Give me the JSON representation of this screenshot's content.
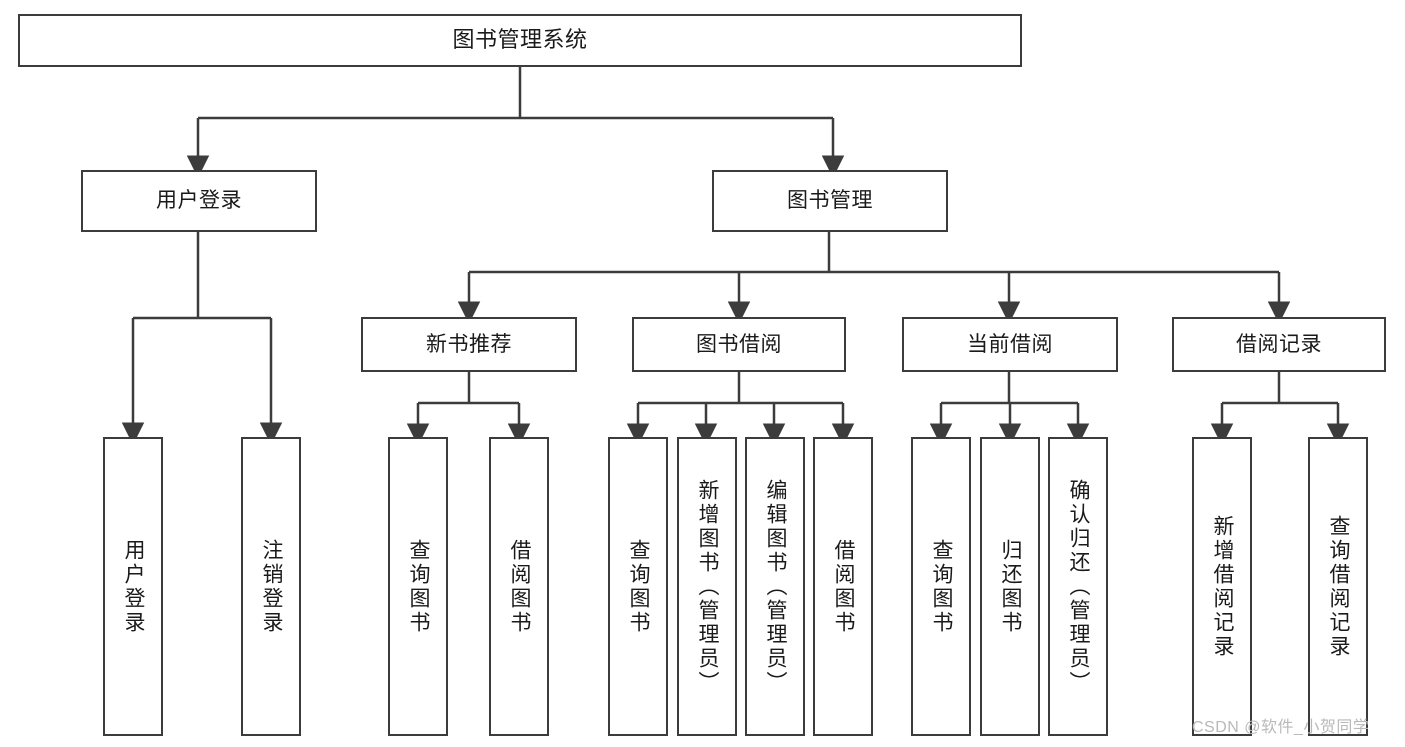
{
  "diagram": {
    "title": "图书管理系统",
    "watermark": "CSDN @软件_小贺同学",
    "root": {
      "label": "图书管理系统"
    },
    "level1": [
      {
        "label": "用户登录"
      },
      {
        "label": "图书管理"
      }
    ],
    "level2": [
      {
        "label": "新书推荐"
      },
      {
        "label": "图书借阅"
      },
      {
        "label": "当前借阅"
      },
      {
        "label": "借阅记录"
      }
    ],
    "leaves": {
      "user_login": [
        {
          "label": "用户登录"
        },
        {
          "label": "注销登录"
        }
      ],
      "new_book_recommend": [
        {
          "label": "查询图书"
        },
        {
          "label": "借阅图书"
        }
      ],
      "book_borrow": [
        {
          "label": "查询图书"
        },
        {
          "label": "新增图书（管理员）"
        },
        {
          "label": "编辑图书（管理员）"
        },
        {
          "label": "借阅图书"
        }
      ],
      "current_borrow": [
        {
          "label": "查询图书"
        },
        {
          "label": "归还图书"
        },
        {
          "label": "确认归还（管理员）"
        }
      ],
      "borrow_record": [
        {
          "label": "新增借阅记录"
        },
        {
          "label": "查询借阅记录"
        }
      ]
    },
    "colors": {
      "stroke": "#3c3c3c",
      "background": "#ffffff",
      "text": "#1a1a1a",
      "watermark": "#b9b9b9"
    }
  }
}
